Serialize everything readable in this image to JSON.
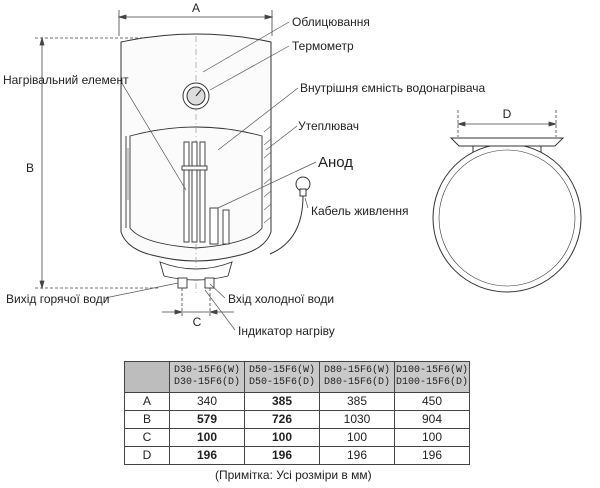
{
  "labels": {
    "A": "A",
    "B": "B",
    "C": "C",
    "D": "D",
    "casing": "Облицювання",
    "thermometer": "Термометр",
    "heating_element": "Нагрівальний елемент",
    "inner_tank": "Внутрішня ємність водонагрівача",
    "insulation": "Утеплювач",
    "anode": "Анод",
    "power_cable": "Кабель живлення",
    "hot_water_outlet": "Вихід горячої води",
    "cold_water_inlet": "Вхід холодної води",
    "heating_indicator": "Індикатор нагріву"
  },
  "table": {
    "columns": [
      {
        "line1": "D30-15F6(W)",
        "line2": "D30-15F6(D)"
      },
      {
        "line1": "D50-15F6(W)",
        "line2": "D50-15F6(D)"
      },
      {
        "line1": "D80-15F6(W)",
        "line2": "D80-15F6(D)"
      },
      {
        "line1": "D100-15F6(W)",
        "line2": "D100-15F6(D)"
      }
    ],
    "rows": [
      {
        "label": "A",
        "values": [
          "340",
          "385",
          "385",
          "450"
        ]
      },
      {
        "label": "B",
        "values": [
          "579",
          "726",
          "1030",
          "904"
        ]
      },
      {
        "label": "C",
        "values": [
          "100",
          "100",
          "100",
          "100"
        ]
      },
      {
        "label": "D",
        "values": [
          "196",
          "196",
          "196",
          "196"
        ]
      }
    ]
  },
  "note": "(Примітка: Усі розміри в мм)"
}
